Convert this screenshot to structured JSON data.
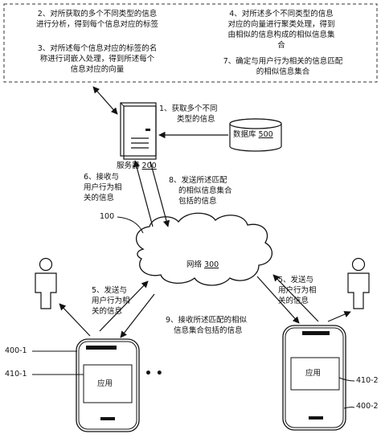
{
  "steps_box": {
    "step2": [
      "2、对所获取的多个不同类型的信息",
      "进行分析，得到每个信息对应的标签"
    ],
    "step3": [
      "3、对所述每个信息对应的标签的名",
      "称进行词嵌入处理，得到所述每个",
      "信息对应的向量"
    ],
    "step4": [
      "4、对所述多个不同类型的信息",
      "对应的向量进行聚类处理，得到",
      "由相似的信息构成的相似信息集",
      "合"
    ],
    "step7": [
      "7、确定与用户行为相关的信息匹配",
      "的相似信息集合"
    ]
  },
  "server": {
    "label": "服务器",
    "ref": "200"
  },
  "database": {
    "label": "数据库",
    "ref": "500"
  },
  "network": {
    "label": "网络",
    "ref": "300"
  },
  "system_ref": "100",
  "step1": [
    "1、获取多个不同",
    "类型的信息"
  ],
  "step6": [
    "6、接收与",
    "用户行为相",
    "关的信息"
  ],
  "step8": [
    "8、发送所述匹配",
    "的相似信息集合",
    "包括的信息"
  ],
  "step5_left": [
    "5、发送与",
    "用户行为相",
    "关的信息"
  ],
  "step5_right": [
    "5、发送与",
    "用户行为相",
    "关的信息"
  ],
  "step9": [
    "9、接收所述匹配的相似",
    "信息集合包括的信息"
  ],
  "left_device": {
    "ref": "400-1",
    "app_label": "应用",
    "app_ref": "410-1"
  },
  "right_device": {
    "ref": "400-2",
    "app_label": "应用",
    "app_ref": "410-2"
  },
  "ellipsis": "• •"
}
